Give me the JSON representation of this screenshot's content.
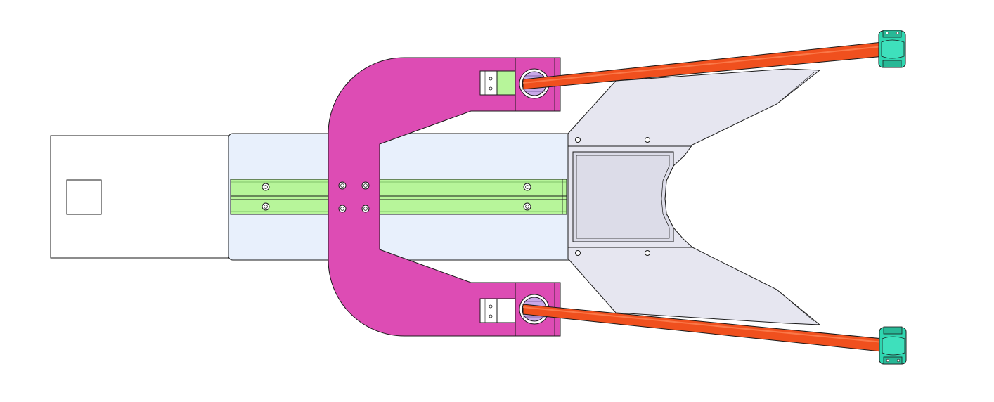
{
  "drawing": {
    "view": "top",
    "style": "CAD assembly drawing, shaded with black edges",
    "colors": {
      "background": "#ffffff",
      "outline": "#1a1a1a",
      "base_block": "#ffffff",
      "rail_carriage": "#e8f0fc",
      "guide_rail": "#b7f59a",
      "c_frame": "#dd4cb4",
      "jaw_plate": "#e6e6f0",
      "pivot_disc": "#c9a8e8",
      "arm": "#f0501e",
      "clamp": "#2fd6b0",
      "bracket_pad": "#b7f59a"
    },
    "components": [
      "base-block",
      "square-window",
      "rail-carriage",
      "guide-rail",
      "c-frame",
      "upper-hinge-bracket",
      "lower-hinge-bracket",
      "upper-pivot-disc",
      "lower-pivot-disc",
      "upper-arm",
      "lower-arm",
      "upper-end-clamp",
      "lower-end-clamp",
      "fork-jaw-plate",
      "jaw-recess"
    ]
  }
}
